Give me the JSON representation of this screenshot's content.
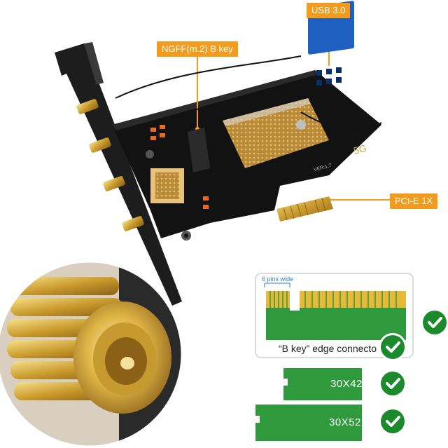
{
  "callouts": {
    "usb": "USB 3.0",
    "ngff": "NGFF(m.2) B key",
    "pcie": "PCI-E 1X"
  },
  "diagram": {
    "pins_label": "6 pins wide",
    "edge_label": "“B key” edge connecto",
    "card_42": "30X42",
    "card_52": "30X52"
  },
  "board": {
    "badge_5g": "5G",
    "version": "VER:1.7"
  },
  "icons": [
    "check-icon",
    "antenna-connector"
  ],
  "colors": {
    "accent": "#f29b1d",
    "check": "#1a8a2c",
    "card_green": "#2e9a3c",
    "usb_blue": "#1e5fc0"
  }
}
